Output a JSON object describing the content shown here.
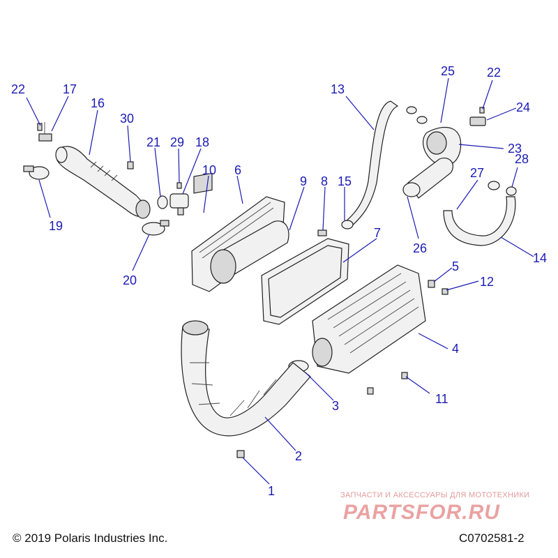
{
  "callouts": [
    {
      "id": "c1",
      "label": "1"
    },
    {
      "id": "c2",
      "label": "2"
    },
    {
      "id": "c3",
      "label": "3"
    },
    {
      "id": "c4",
      "label": "4"
    },
    {
      "id": "c5",
      "label": "5"
    },
    {
      "id": "c6",
      "label": "6"
    },
    {
      "id": "c7",
      "label": "7"
    },
    {
      "id": "c8",
      "label": "8"
    },
    {
      "id": "c9",
      "label": "9"
    },
    {
      "id": "c10",
      "label": "10"
    },
    {
      "id": "c11",
      "label": "11"
    },
    {
      "id": "c12",
      "label": "12"
    },
    {
      "id": "c13",
      "label": "13"
    },
    {
      "id": "c14",
      "label": "14"
    },
    {
      "id": "c15",
      "label": "15"
    },
    {
      "id": "c16",
      "label": "16"
    },
    {
      "id": "c17",
      "label": "17"
    },
    {
      "id": "c18",
      "label": "18"
    },
    {
      "id": "c19",
      "label": "19"
    },
    {
      "id": "c20",
      "label": "20"
    },
    {
      "id": "c21",
      "label": "21"
    },
    {
      "id": "c22a",
      "label": "22"
    },
    {
      "id": "c22b",
      "label": "22"
    },
    {
      "id": "c23",
      "label": "23"
    },
    {
      "id": "c24",
      "label": "24"
    },
    {
      "id": "c25",
      "label": "25"
    },
    {
      "id": "c26",
      "label": "26"
    },
    {
      "id": "c27",
      "label": "27"
    },
    {
      "id": "c28",
      "label": "28"
    },
    {
      "id": "c29",
      "label": "29"
    },
    {
      "id": "c30",
      "label": "30"
    }
  ],
  "footer": {
    "copyright": "© 2019 Polaris Industries Inc.",
    "doc_number": "C0702581-2"
  },
  "watermark": {
    "tagline": "ЗАПЧАСТИ И АКСЕССУАРЫ ДЛЯ МОТОТЕХНИКИ",
    "logo": "PARTSFOR.RU"
  },
  "colors": {
    "callout": "#1a1ab4",
    "watermark": "#e39a9a"
  }
}
